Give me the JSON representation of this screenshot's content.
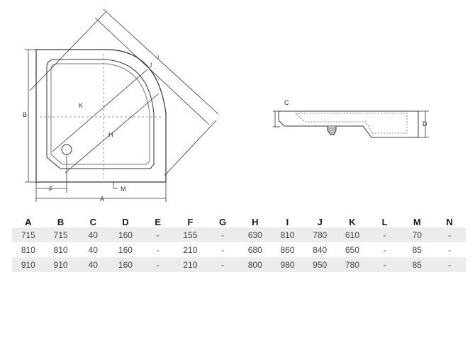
{
  "diagram": {
    "top_view_labels": [
      "B",
      "J",
      "I",
      "K",
      "H",
      "F",
      "A",
      "M"
    ],
    "side_view_labels": [
      "C",
      "D"
    ],
    "accent_color": "#3b7a3b"
  },
  "table": {
    "headers": [
      "A",
      "B",
      "C",
      "D",
      "E",
      "F",
      "G",
      "H",
      "I",
      "J",
      "K",
      "L",
      "M",
      "N"
    ],
    "rows": [
      [
        "715",
        "715",
        "40",
        "160",
        "-",
        "155",
        "-",
        "630",
        "810",
        "780",
        "610",
        "-",
        "70",
        "-"
      ],
      [
        "810",
        "810",
        "40",
        "160",
        "-",
        "210",
        "-",
        "680",
        "860",
        "840",
        "650",
        "-",
        "85",
        "-"
      ],
      [
        "910",
        "910",
        "40",
        "160",
        "-",
        "210",
        "-",
        "800",
        "980",
        "950",
        "780",
        "-",
        "85",
        "-"
      ]
    ]
  }
}
